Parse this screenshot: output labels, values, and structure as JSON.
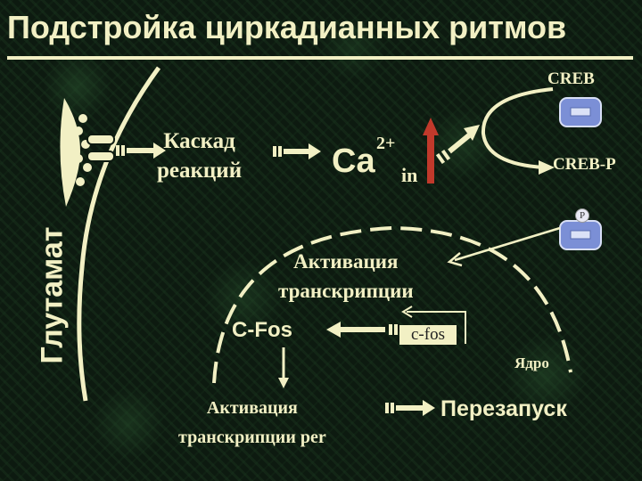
{
  "title": "Подстройка циркадианных ритмов",
  "labels": {
    "glutamate": "Глутамат",
    "cascade_line1": "Каскад",
    "cascade_line2": "реакций",
    "calcium": "Ca",
    "calcium_sup": "2+",
    "calcium_sub": "in",
    "creb": "CREB",
    "creb_p": "CREB-P",
    "phosphate": "P",
    "activation_line1": "Активация",
    "activation_line2": "транскрипции",
    "cfos_protein": "C-Fos",
    "cfos_gene": "c-fos",
    "nucleus": "Ядро",
    "per_activation_line1": "Активация",
    "per_activation_line2": "транскрипции per",
    "restart": "Перезапуск"
  },
  "colors": {
    "accent": "#f2f0c4",
    "background": "#0d1a10",
    "calcium_arrow": "#c0392b",
    "creb_box": "#7b8fd6"
  }
}
